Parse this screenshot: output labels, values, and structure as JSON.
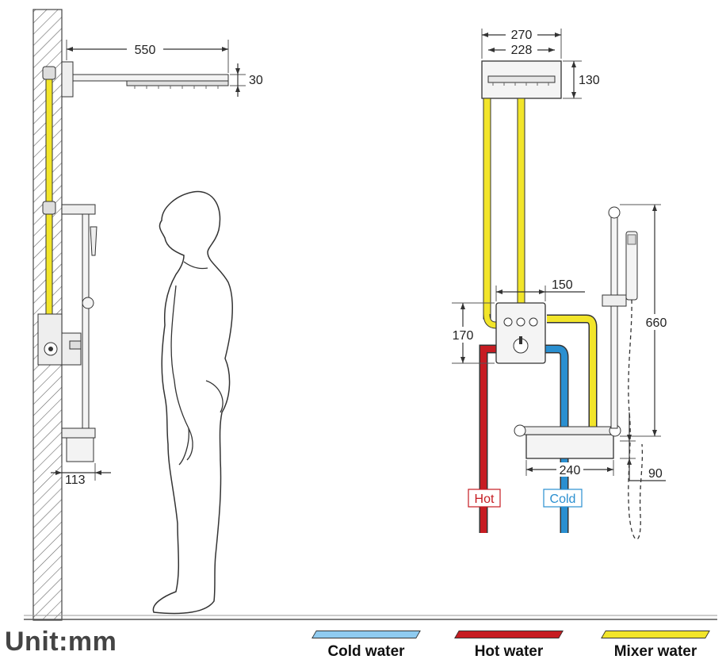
{
  "unit_label": "Unit:mm",
  "left_view": {
    "dim_arm_length": "550",
    "dim_head_thickness": "30",
    "dim_shelf_depth": "113"
  },
  "right_view": {
    "dim_head_width": "270",
    "dim_head_inner_width": "228",
    "dim_head_depth": "130",
    "dim_valve_width": "150",
    "dim_valve_height": "170",
    "dim_slidebar_height": "660",
    "dim_shelf_width": "240",
    "dim_shelf_offset": "90",
    "hot_label": "Hot",
    "cold_label": "Cold"
  },
  "legend": [
    {
      "label": "Cold water",
      "color": "#8fcbf0"
    },
    {
      "label": "Hot water",
      "color": "#c61c22"
    },
    {
      "label": "Mixer water",
      "color": "#f2e52a"
    }
  ]
}
